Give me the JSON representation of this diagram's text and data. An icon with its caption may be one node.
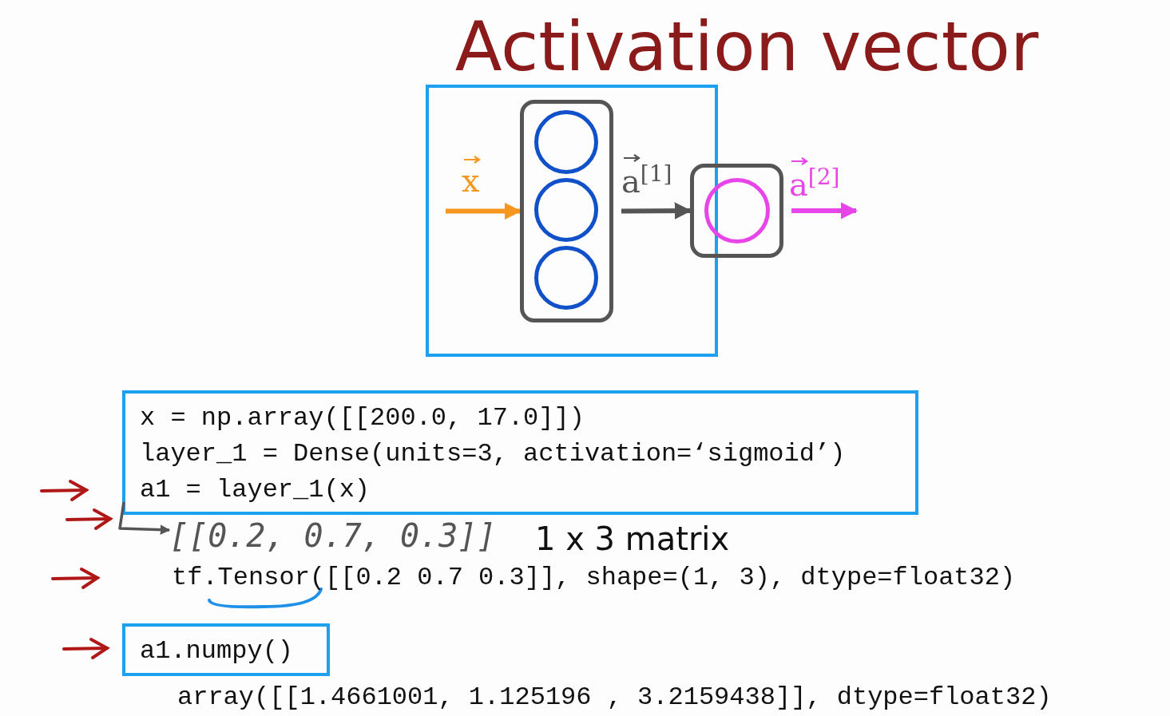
{
  "diagram": {
    "title": "Activation vector",
    "nodes": [
      {
        "text": [],
        "shape": "box"
      },
      {
        "text": [],
        "shape": "circle",
        "in": 0
      },
      {
        "text": [],
        "shape": "circle",
        "in": 0
      },
      {
        "text": [],
        "shape": "circle",
        "in": 0
      },
      {
        "text": [],
        "shape": "box"
      },
      {
        "text": [],
        "shape": "circle",
        "in": 4
      },
      {
        "text": [
          "x = np.array([[200.0, 17.0]])",
          "layer_1 = Dense(units=3, activation=‘sigmoid’)",
          "a1 = layer_1(x)"
        ]
      },
      {
        "text": [
          "a1.numpy()"
        ]
      },
      {
        "text": [
          "[[0.2, 0.7, 0.3]]"
        ]
      }
    ],
    "edges": [
      {
        "from": null,
        "to": 0,
        "arrow": "to",
        "label": "x",
        "color": "#f5961e"
      },
      {
        "from": 0,
        "to": 4,
        "arrow": "to",
        "label": "a$^{[1]}$"
      },
      {
        "from": 4,
        "to": null,
        "arrow": "to",
        "label": "a$^{[2]}$",
        "color": "#e845e8"
      },
      {
        "from": 6,
        "to": 8,
        "arrow": "to"
      }
    ],
    "labels": [
      "1 x 3 matrix",
      "tf.Tensor([[0.2 0.7 0.3]], shape=(1, 3), dtype=float32)",
      "array([[1.4661001, 1.125196 , 3.2159438]], dtype=float32)"
    ]
  }
}
